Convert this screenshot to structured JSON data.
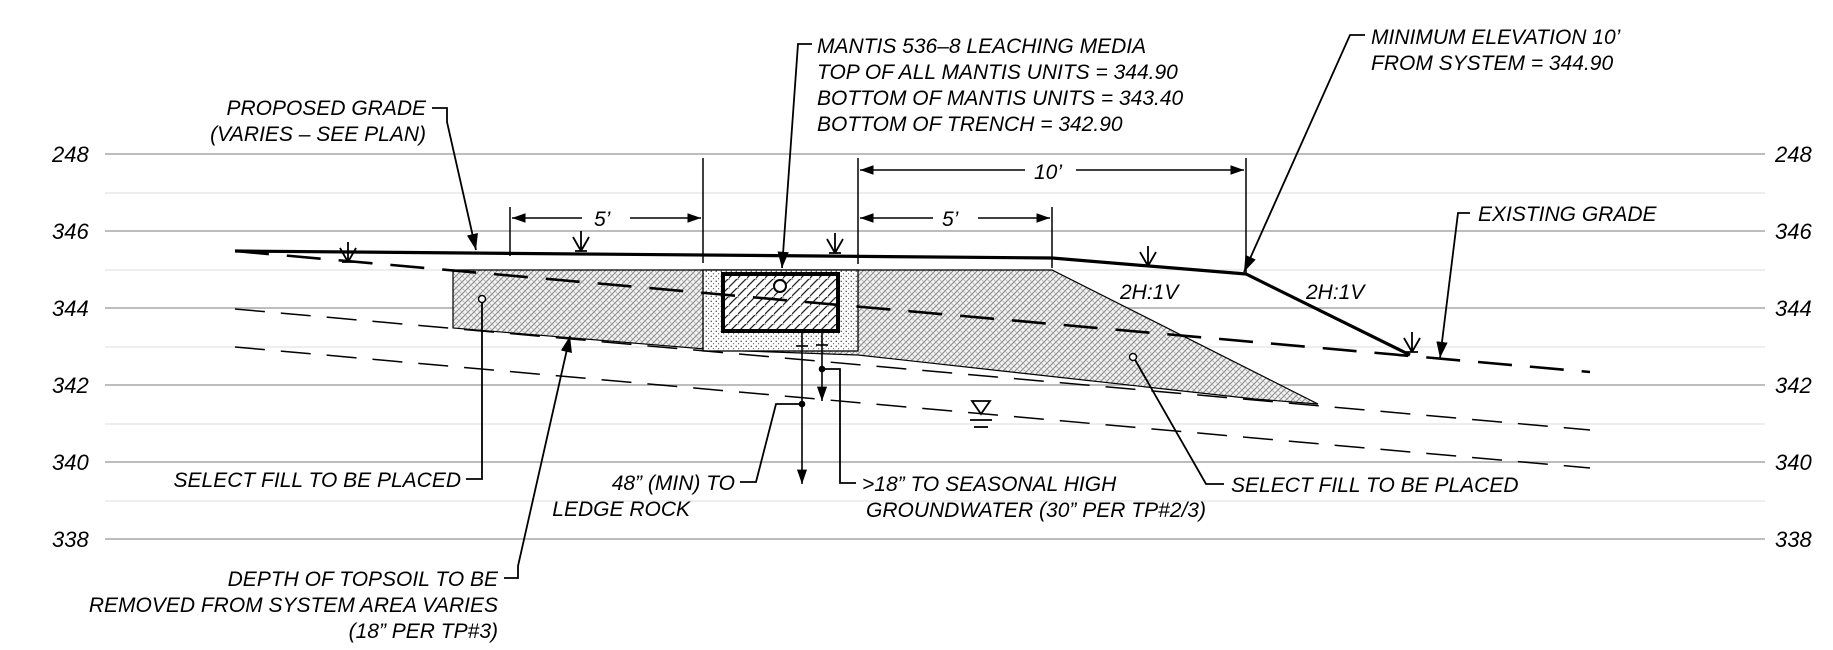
{
  "elevation_labels": [
    "248",
    "346",
    "344",
    "342",
    "340",
    "338"
  ],
  "labels": {
    "proposed_grade_1": "PROPOSED GRADE",
    "proposed_grade_2": "(VARIES – SEE PLAN)",
    "mantis_1": "MANTIS 536–8 LEACHING MEDIA",
    "mantis_2": "TOP OF ALL MANTIS UNITS = 344.90",
    "mantis_3": "BOTTOM OF MANTIS UNITS = 343.40",
    "mantis_4": "BOTTOM OF TRENCH = 342.90",
    "min_elev_1": "MINIMUM ELEVATION 10’",
    "min_elev_2": "FROM SYSTEM = 344.90",
    "existing_grade": "EXISTING GRADE",
    "select_fill_left": "SELECT FILL TO BE PLACED",
    "select_fill_right": "SELECT FILL TO BE PLACED",
    "ledge_1": "48” (MIN) TO",
    "ledge_2": "LEDGE ROCK",
    "groundwater_1": ">18” TO SEASONAL HIGH",
    "groundwater_2": "GROUNDWATER (30” PER TP#2/3)",
    "topsoil_1": "DEPTH OF TOPSOIL TO BE",
    "topsoil_2": "REMOVED FROM SYSTEM AREA VARIES",
    "topsoil_3": "(18” PER TP#3)",
    "dim_5_left": "5’",
    "dim_5_right": "5’",
    "dim_10": "10’",
    "slope_1": "2H:1V",
    "slope_2": "2H:1V"
  }
}
